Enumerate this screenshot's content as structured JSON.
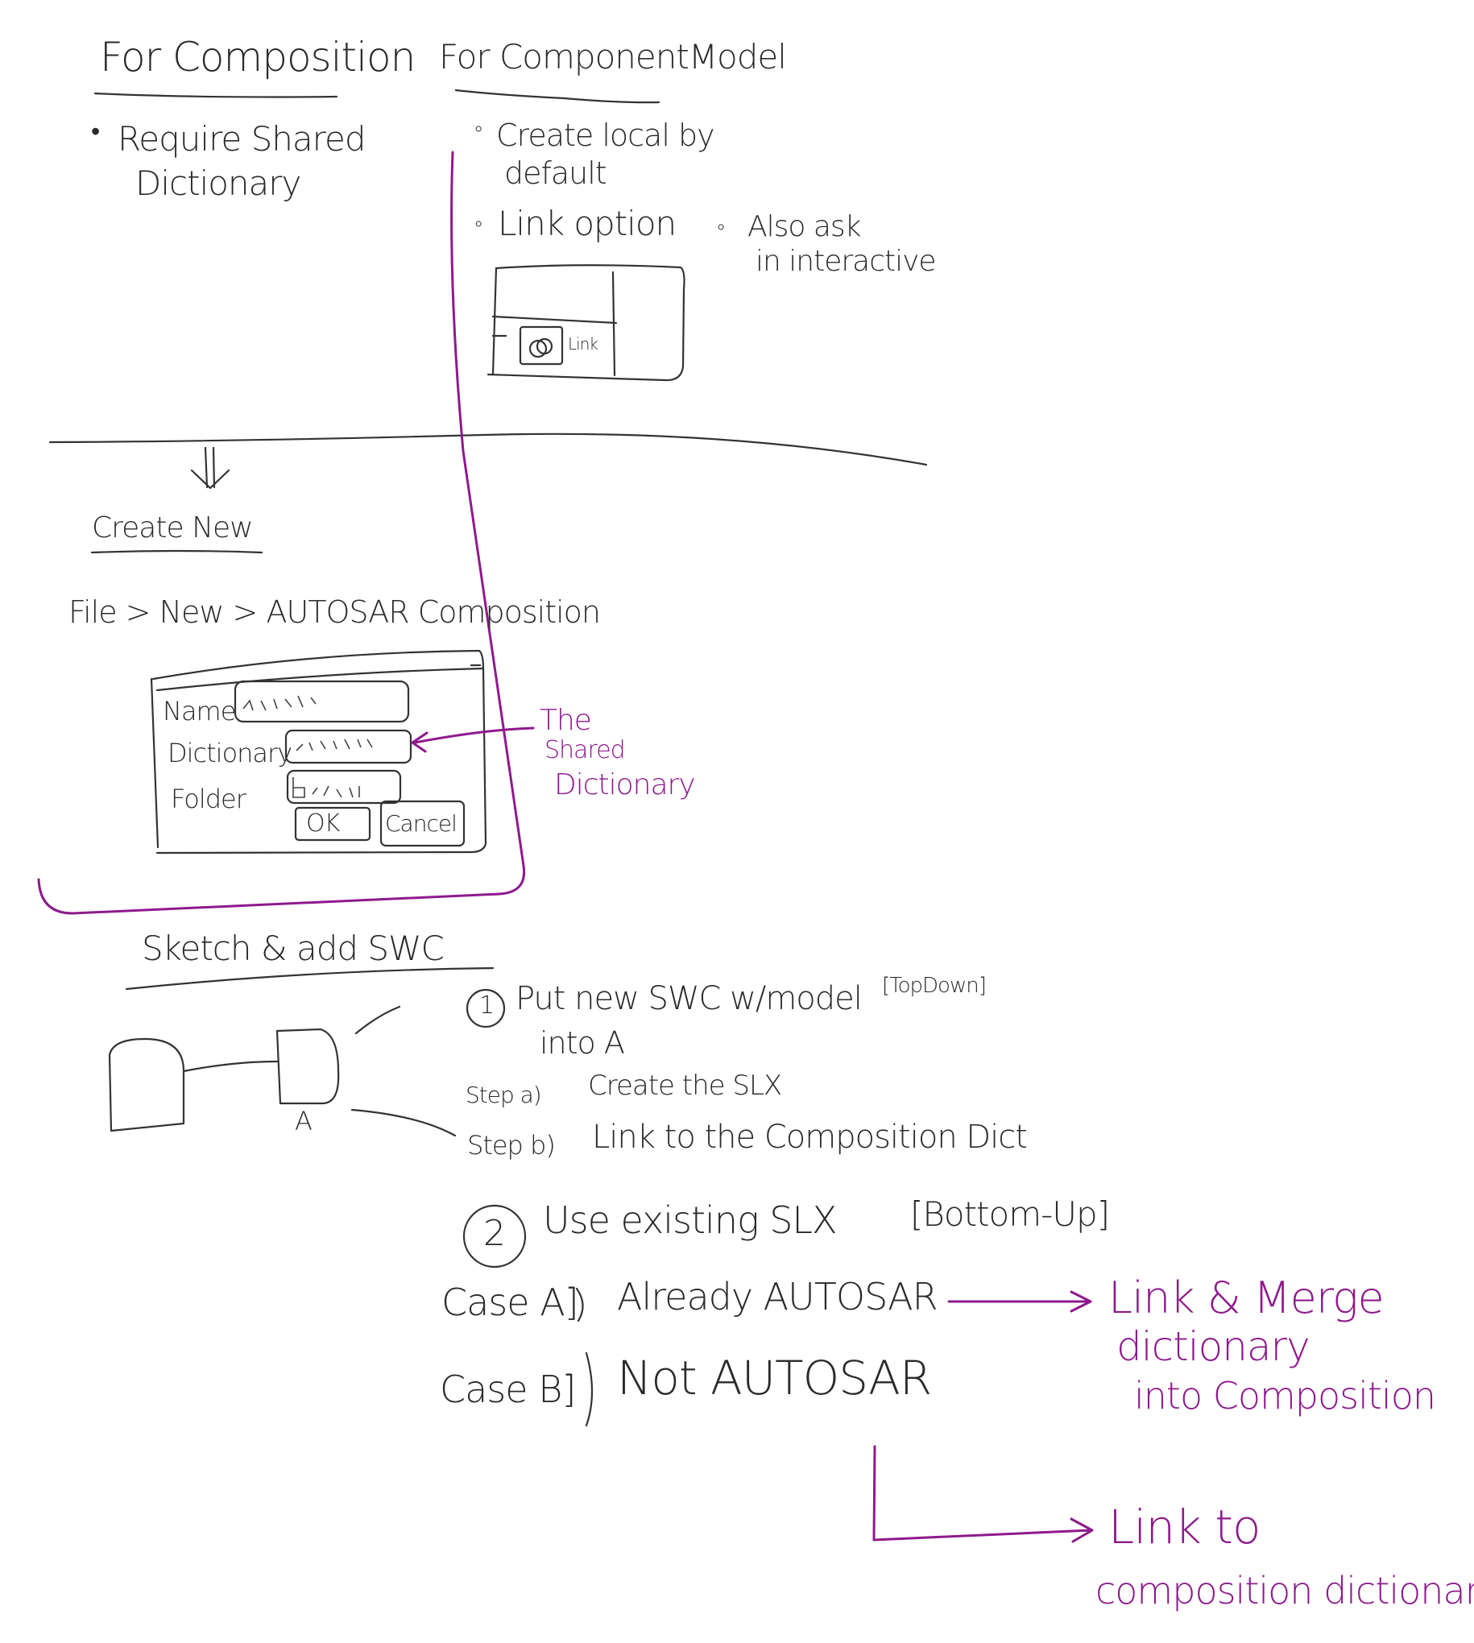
{
  "left_column": {
    "heading": "For Composition",
    "bullets": [
      "Require Shared",
      "Dictionary"
    ]
  },
  "right_column": {
    "heading": "For ComponentModel",
    "bullets": [
      "Create local by",
      "default",
      "Link option"
    ],
    "side_note": [
      "Also ask",
      "in interactive"
    ],
    "sketch_link_label": "Link"
  },
  "create_new": {
    "heading": "Create New",
    "menu_path": "File > New > AUTOSAR Composition",
    "dialog": {
      "name_label": "Name",
      "dictionary_label": "Dictionary",
      "folder_label": "Folder",
      "ok_label": "OK",
      "cancel_label": "Cancel"
    },
    "annotation": [
      "The",
      "Shared",
      "Dictionary"
    ]
  },
  "sketch": {
    "heading": "Sketch & add SWC",
    "block_label": "A",
    "option1": {
      "number": "1",
      "text": "Put new SWC w/model",
      "tag": "[TopDown]",
      "text2": "into A",
      "step_a": "Step a)",
      "step_a_text": "Create the SLX",
      "step_b": "Step b)",
      "step_b_text": "Link to the Composition Dict"
    },
    "option2": {
      "number": "2",
      "text": "Use existing SLX",
      "tag": "[Bottom-Up]",
      "case_a": "Case A]",
      "case_a_text": "Already AUTOSAR",
      "case_a_result": [
        "Link & Merge",
        "dictionary",
        "into Composition"
      ],
      "case_b": "Case B]",
      "case_b_text": "Not AUTOSAR",
      "case_b_result": [
        "Link to",
        "composition dictionary"
      ]
    }
  },
  "colors": {
    "ink": "#2a2a2a",
    "accent": "#8e1a8c"
  }
}
